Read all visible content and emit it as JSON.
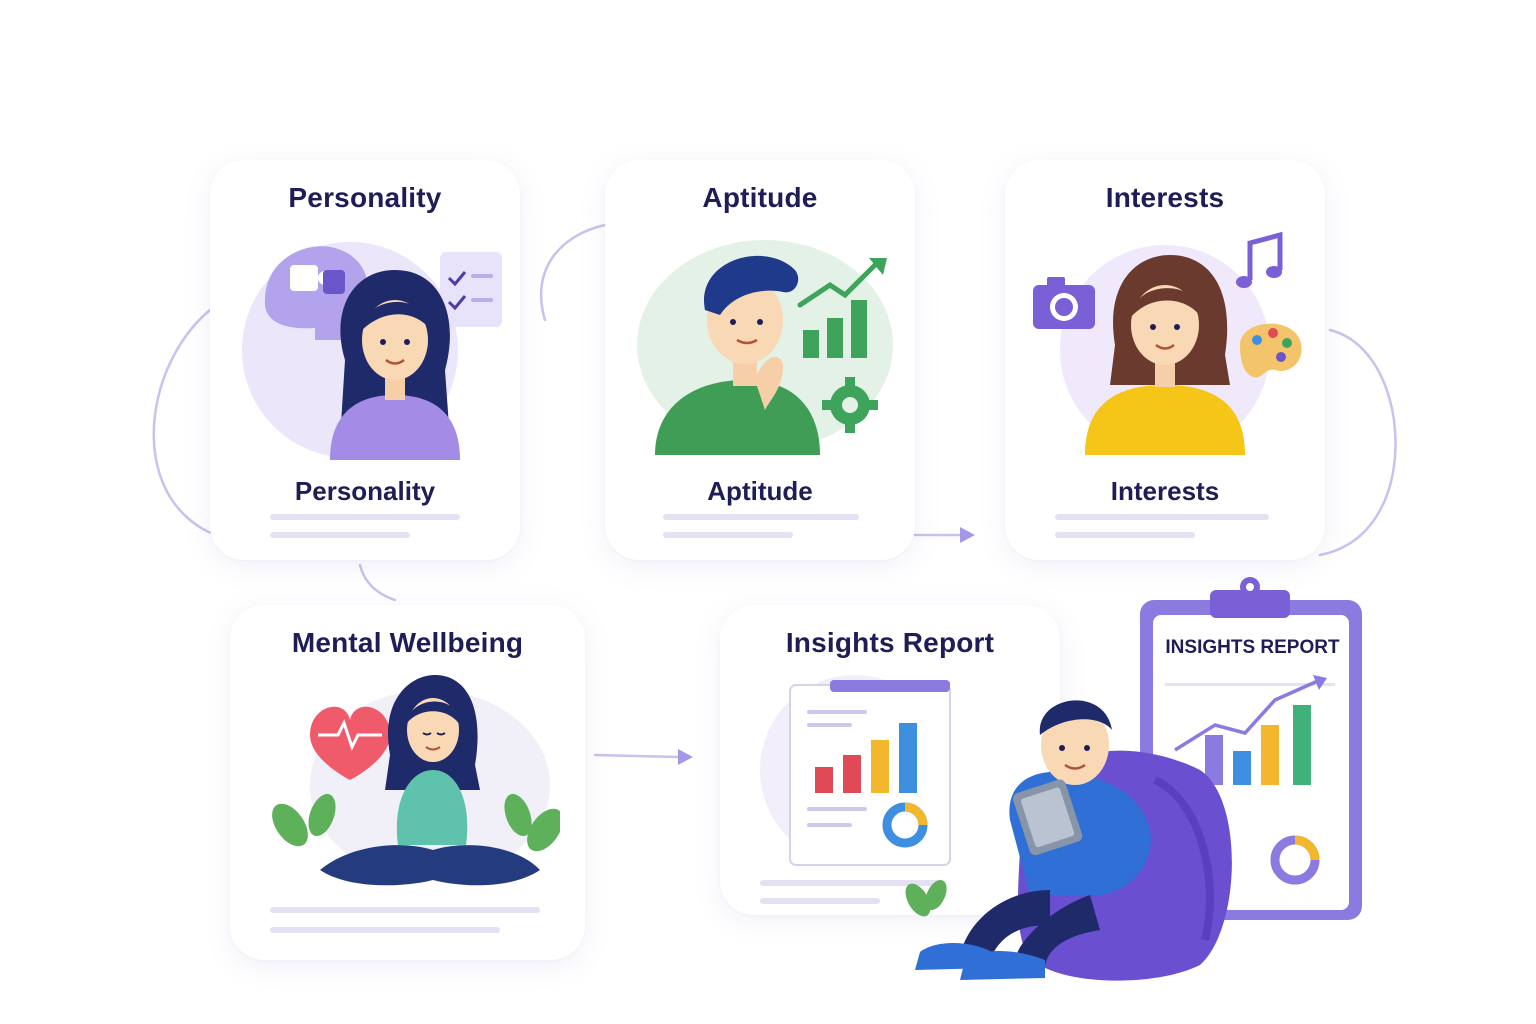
{
  "cards": {
    "personality": {
      "title": "Personality",
      "label": "Personality"
    },
    "aptitude": {
      "title": "Aptitude",
      "label": "Aptitude"
    },
    "interests": {
      "title": "Interests",
      "label": "Interests"
    },
    "wellbeing": {
      "title": "Mental Wellbeing"
    },
    "insights": {
      "title": "Insights Report"
    }
  },
  "clipboard": {
    "heading": "INSIGHTS REPORT"
  },
  "colors": {
    "primary_text": "#1f1d55",
    "accent_purple": "#8b7be0",
    "growth_green": "#3fa45b",
    "interest_yellow": "#f5c518",
    "heart_red": "#ef5b6a",
    "bar_red": "#e04a57",
    "bar_yellow": "#f2b72c",
    "bar_blue": "#3f8fe0",
    "bar_green": "#3fb27a"
  },
  "icons": [
    "puzzle-head-icon",
    "checklist-icon",
    "growth-arrow-icon",
    "bar-chart-icon",
    "gear-icon",
    "camera-icon",
    "music-note-icon",
    "palette-icon",
    "heart-pulse-icon",
    "leaf-icon",
    "report-chart-icon",
    "donut-chart-icon",
    "tablet-icon",
    "clipboard-icon"
  ]
}
